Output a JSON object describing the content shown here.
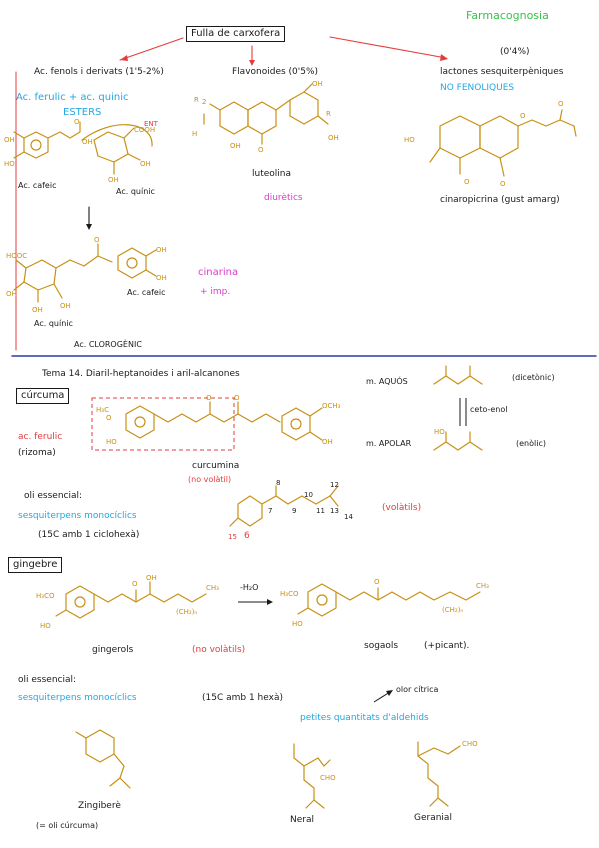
{
  "header": {
    "subject": "Farmacognosia"
  },
  "top": {
    "title": "Fulla de carxofera",
    "col1": {
      "heading": "Ac. fenols i derivats (1'5-2%)",
      "esters_line": "Ac. ferulic + ac. quinic",
      "esters_label": "ESTERS",
      "bond_label": "ENT",
      "mol_labels": {
        "acid_cafeic": "Ac. cafeic",
        "acid_quinic": "Ac. quínic"
      },
      "product_labels": {
        "acid_cafeic": "Ac. cafeic",
        "acid_quinic": "Ac. quínic",
        "chlorogenic": "Ac. CLOROGÈNIC"
      },
      "cinarina": "cinarina",
      "cinarina_imp": "+ imp."
    },
    "col2": {
      "heading": "Flavonoides (0'5%)",
      "compound": "luteolina",
      "effect": "diurètics"
    },
    "col3": {
      "percent": "(0'4%)",
      "heading": "lactones sesquiterpèniques",
      "note": "NO FENOLIQUES",
      "compound": "cinaropicrina (gust amarg)"
    }
  },
  "tema": {
    "title": "Tema 14. Diaril-heptanoides i aril-alcanones",
    "curcuma": {
      "label": "cúrcuma",
      "ac_ferulic": "ac. ferulic",
      "part": "(rizoma)",
      "compound": "curcumina",
      "compound_note": "(no volàtil)"
    },
    "equilibrium": {
      "aquos": "m. AQUÓS",
      "diketonic": "(dicetònic)",
      "ceto_enol": "ceto-enol",
      "apolar": "m. APOLAR",
      "enolic": "(enòlic)"
    },
    "oil1": {
      "heading": "oli essencial:",
      "class": "sesquiterpens monocíclics",
      "detail": "(15C amb 1 ciclohexà)",
      "volatile": "(volàtils)",
      "numbers": {
        "n15": "15",
        "n6": "6",
        "n7": "7",
        "n8": "8",
        "n9": "9",
        "n10": "10",
        "n11": "11",
        "n12": "12",
        "n13": "13",
        "n14": "14"
      }
    },
    "gingebre": {
      "label": "gingebre",
      "reaction": "-H₂O",
      "gingerols": "gingerols",
      "gingerols_note": "(no volàtils)",
      "shogaols": "sogaols",
      "shogaols_note": "(+picant)."
    },
    "oil2": {
      "heading": "oli essencial:",
      "class": "sesquiterpens monocíclics",
      "detail": "(15C amb 1 hexà)",
      "smell": "olor cítrica",
      "small_amounts": "petites quantitats d'aldehids",
      "zingiberene": "Zingiberè",
      "zingiberene_note": "(= oli cúrcuma)",
      "neral": "Neral",
      "geranial": "Geranial"
    }
  }
}
